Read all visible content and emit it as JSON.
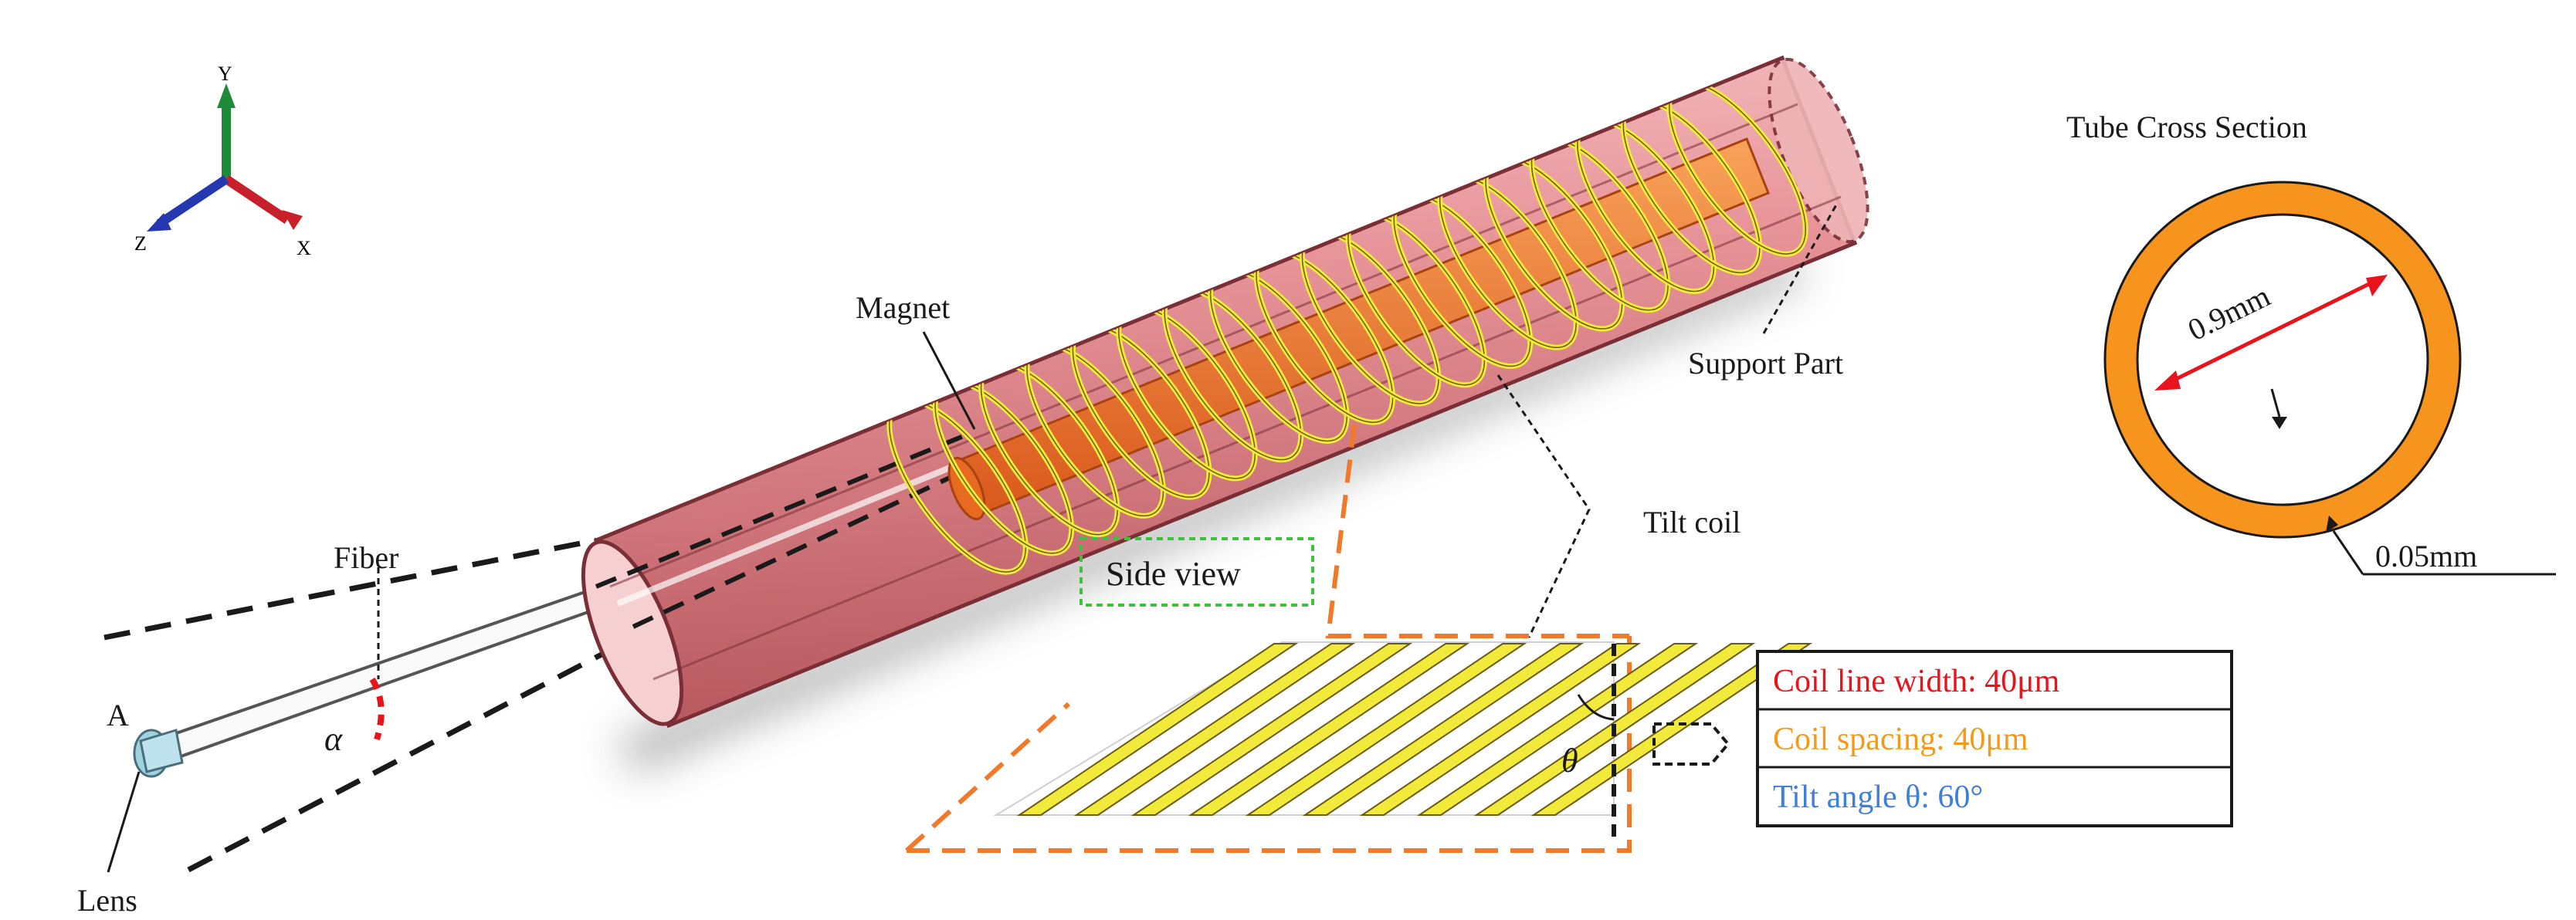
{
  "labels": {
    "magnet": "Magnet",
    "support_part": "Support Part",
    "tilt_coil": "Tilt coil",
    "fiber": "Fiber",
    "lens": "Lens",
    "point_a": "A",
    "alpha": "α",
    "side_view": "Side view",
    "theta": "θ"
  },
  "axes": {
    "x": "X",
    "y": "Y",
    "z": "Z"
  },
  "cross_section": {
    "title": "Tube Cross Section",
    "inner_diameter": "0.9mm",
    "wall_thickness": "0.05mm"
  },
  "legend": [
    {
      "text": "Coil line width: 40μm",
      "color": "#e8141b"
    },
    {
      "text": "Coil spacing: 40μm",
      "color": "#f29a1a"
    },
    {
      "text": "Tilt angle θ: 60°",
      "color": "#3f7fd9"
    }
  ],
  "colors": {
    "tube_fill": "#e8959a",
    "tube_edge": "#7a2f36",
    "coil": "#f2ea3a",
    "magnet": "#f07a2a",
    "callout_dash": "#f07a2a",
    "side_view_box": "#3fc13f",
    "ring": "#f7941d"
  }
}
